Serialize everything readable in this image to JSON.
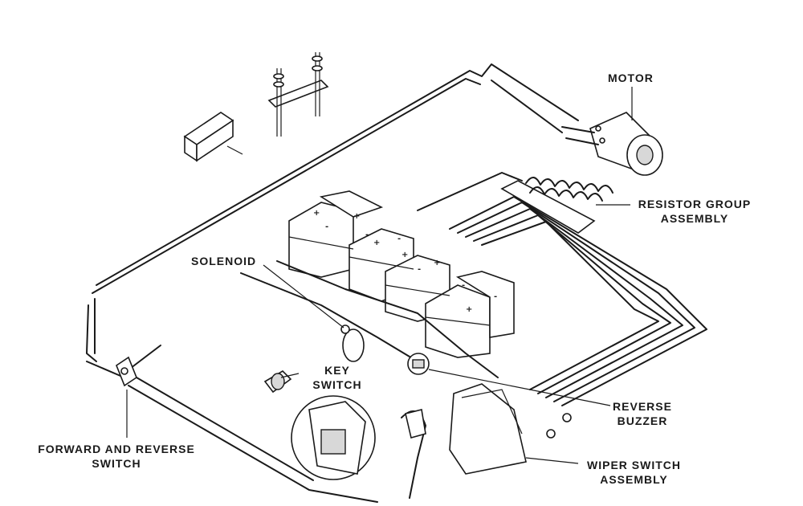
{
  "labels": {
    "motor": "MOTOR",
    "resistor_line1": "RESISTOR GROUP",
    "resistor_line2": "ASSEMBLY",
    "solenoid": "SOLENOID",
    "key_line1": "KEY",
    "key_line2": "SWITCH",
    "fr_line1": "FORWARD AND REVERSE",
    "fr_line2": "SWITCH",
    "buzzer_line1": "REVERSE",
    "buzzer_line2": "BUZZER",
    "wiper_line1": "WIPER SWITCH",
    "wiper_line2": "ASSEMBLY"
  },
  "battery_terminals": [
    "+",
    "-",
    "+",
    "-",
    "+",
    "-",
    "+",
    "-",
    "+",
    "-",
    "+",
    "-"
  ]
}
